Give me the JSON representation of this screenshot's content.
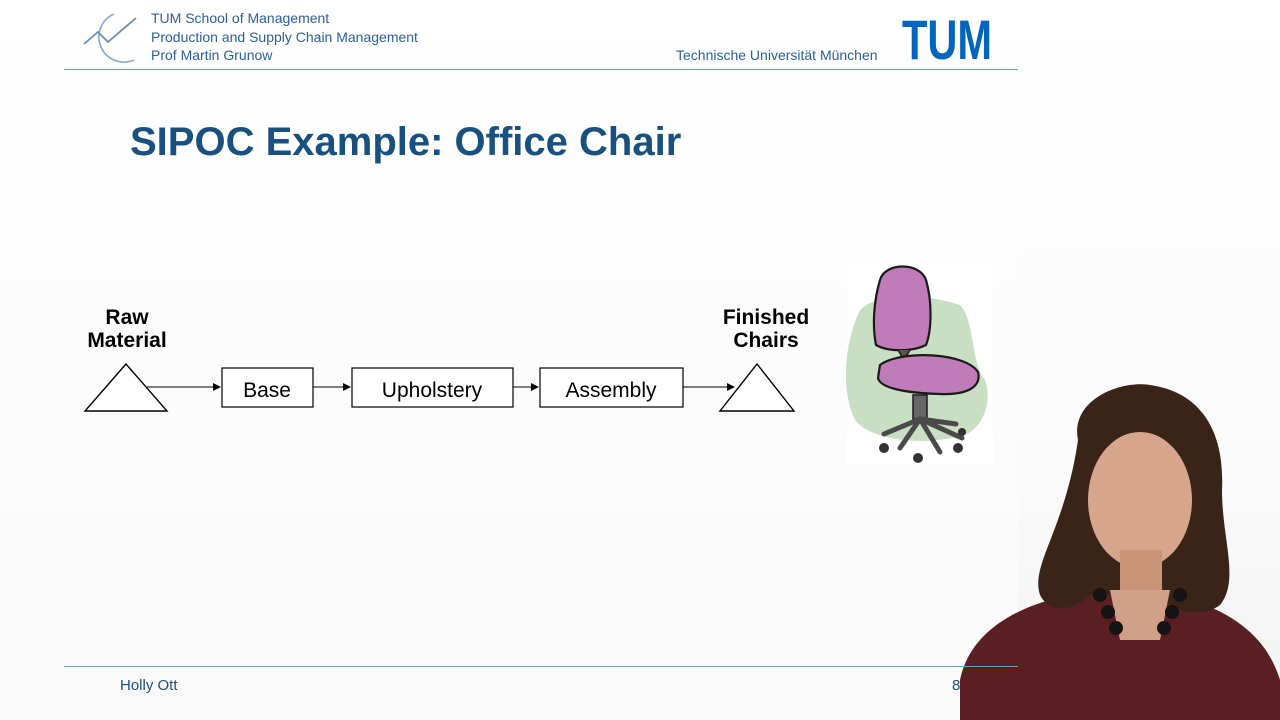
{
  "header": {
    "line1": "TUM School of Management",
    "line2": "Production and Supply Chain Management",
    "line3": "Prof Martin Grunow",
    "university": "Technische Universität München",
    "logo_text": "TUM",
    "colors": {
      "brand_blue": "#0065bd",
      "text_blue": "#2a5f9b",
      "title_blue": "#18507f"
    }
  },
  "slide": {
    "title": "SIPOC Example: Office Chair"
  },
  "diagram": {
    "start_label_1": "Raw",
    "start_label_2": "Material",
    "nodes": [
      "Base",
      "Upholstery",
      "Assembly"
    ],
    "end_label_1": "Finished",
    "end_label_2": "Chairs",
    "image_icon": "office-chair-icon"
  },
  "footer": {
    "author": "Holly Ott",
    "page_number": "8"
  },
  "video": {
    "presenter_icon": "presenter-video-icon"
  }
}
